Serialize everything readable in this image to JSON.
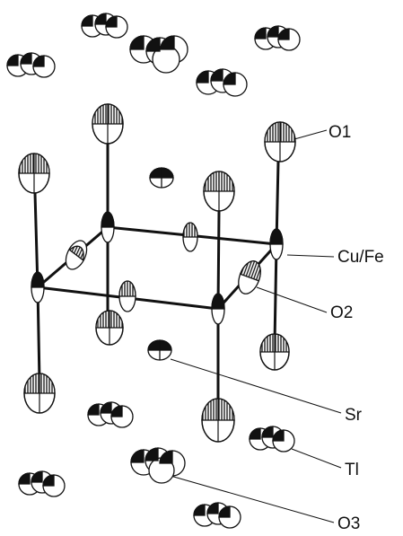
{
  "figure": {
    "labels": {
      "o1": "O1",
      "cufe": "Cu/Fe",
      "o2": "O2",
      "sr": "Sr",
      "tl": "Tl",
      "o3": "O3"
    }
  },
  "colors": {
    "ink": "#111111",
    "fill": "#ffffff",
    "background": "#ffffff"
  }
}
